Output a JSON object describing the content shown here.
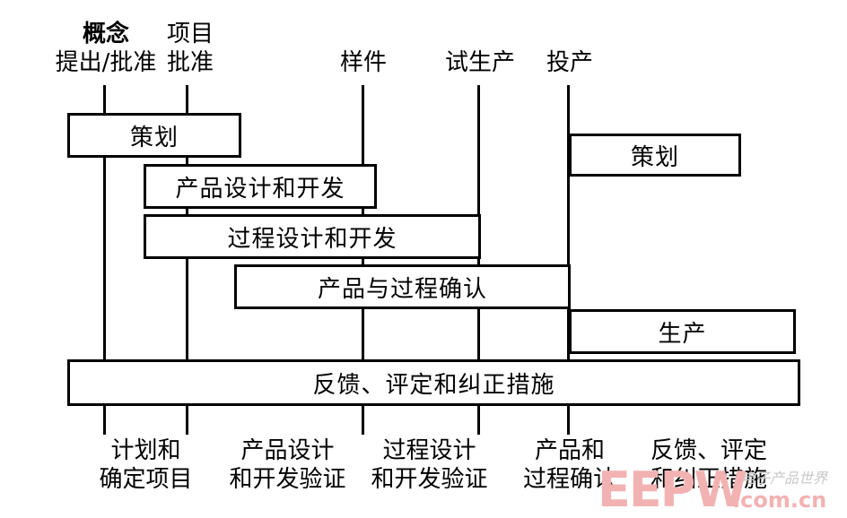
{
  "milestones": [
    {
      "line1": "概念",
      "line2": "提出/批准"
    },
    {
      "line1": "项目",
      "line2": "批准"
    },
    {
      "line1": "",
      "line2": "样件"
    },
    {
      "line1": "",
      "line2": "试生产"
    },
    {
      "line1": "",
      "line2": "投产"
    }
  ],
  "boxes": {
    "planning_1": "策划",
    "planning_2": "策划",
    "product_design": "产品设计和开发",
    "process_design": "过程设计和开发",
    "validation": "产品与过程确认",
    "production": "生产",
    "feedback": "反馈、评定和纠正措施"
  },
  "phases": [
    {
      "line1": "计划和",
      "line2": "确定项目"
    },
    {
      "line1": "产品设计",
      "line2": "和开发验证"
    },
    {
      "line1": "过程设计",
      "line2": "和开发验证"
    },
    {
      "line1": "产品和",
      "line2": "过程确认"
    },
    {
      "line1": "反馈、评定",
      "line2": "和纠正措施"
    }
  ],
  "watermark": {
    "logo": "EEPW",
    "domain": ".com.cn",
    "cn": "电子产品世界"
  }
}
